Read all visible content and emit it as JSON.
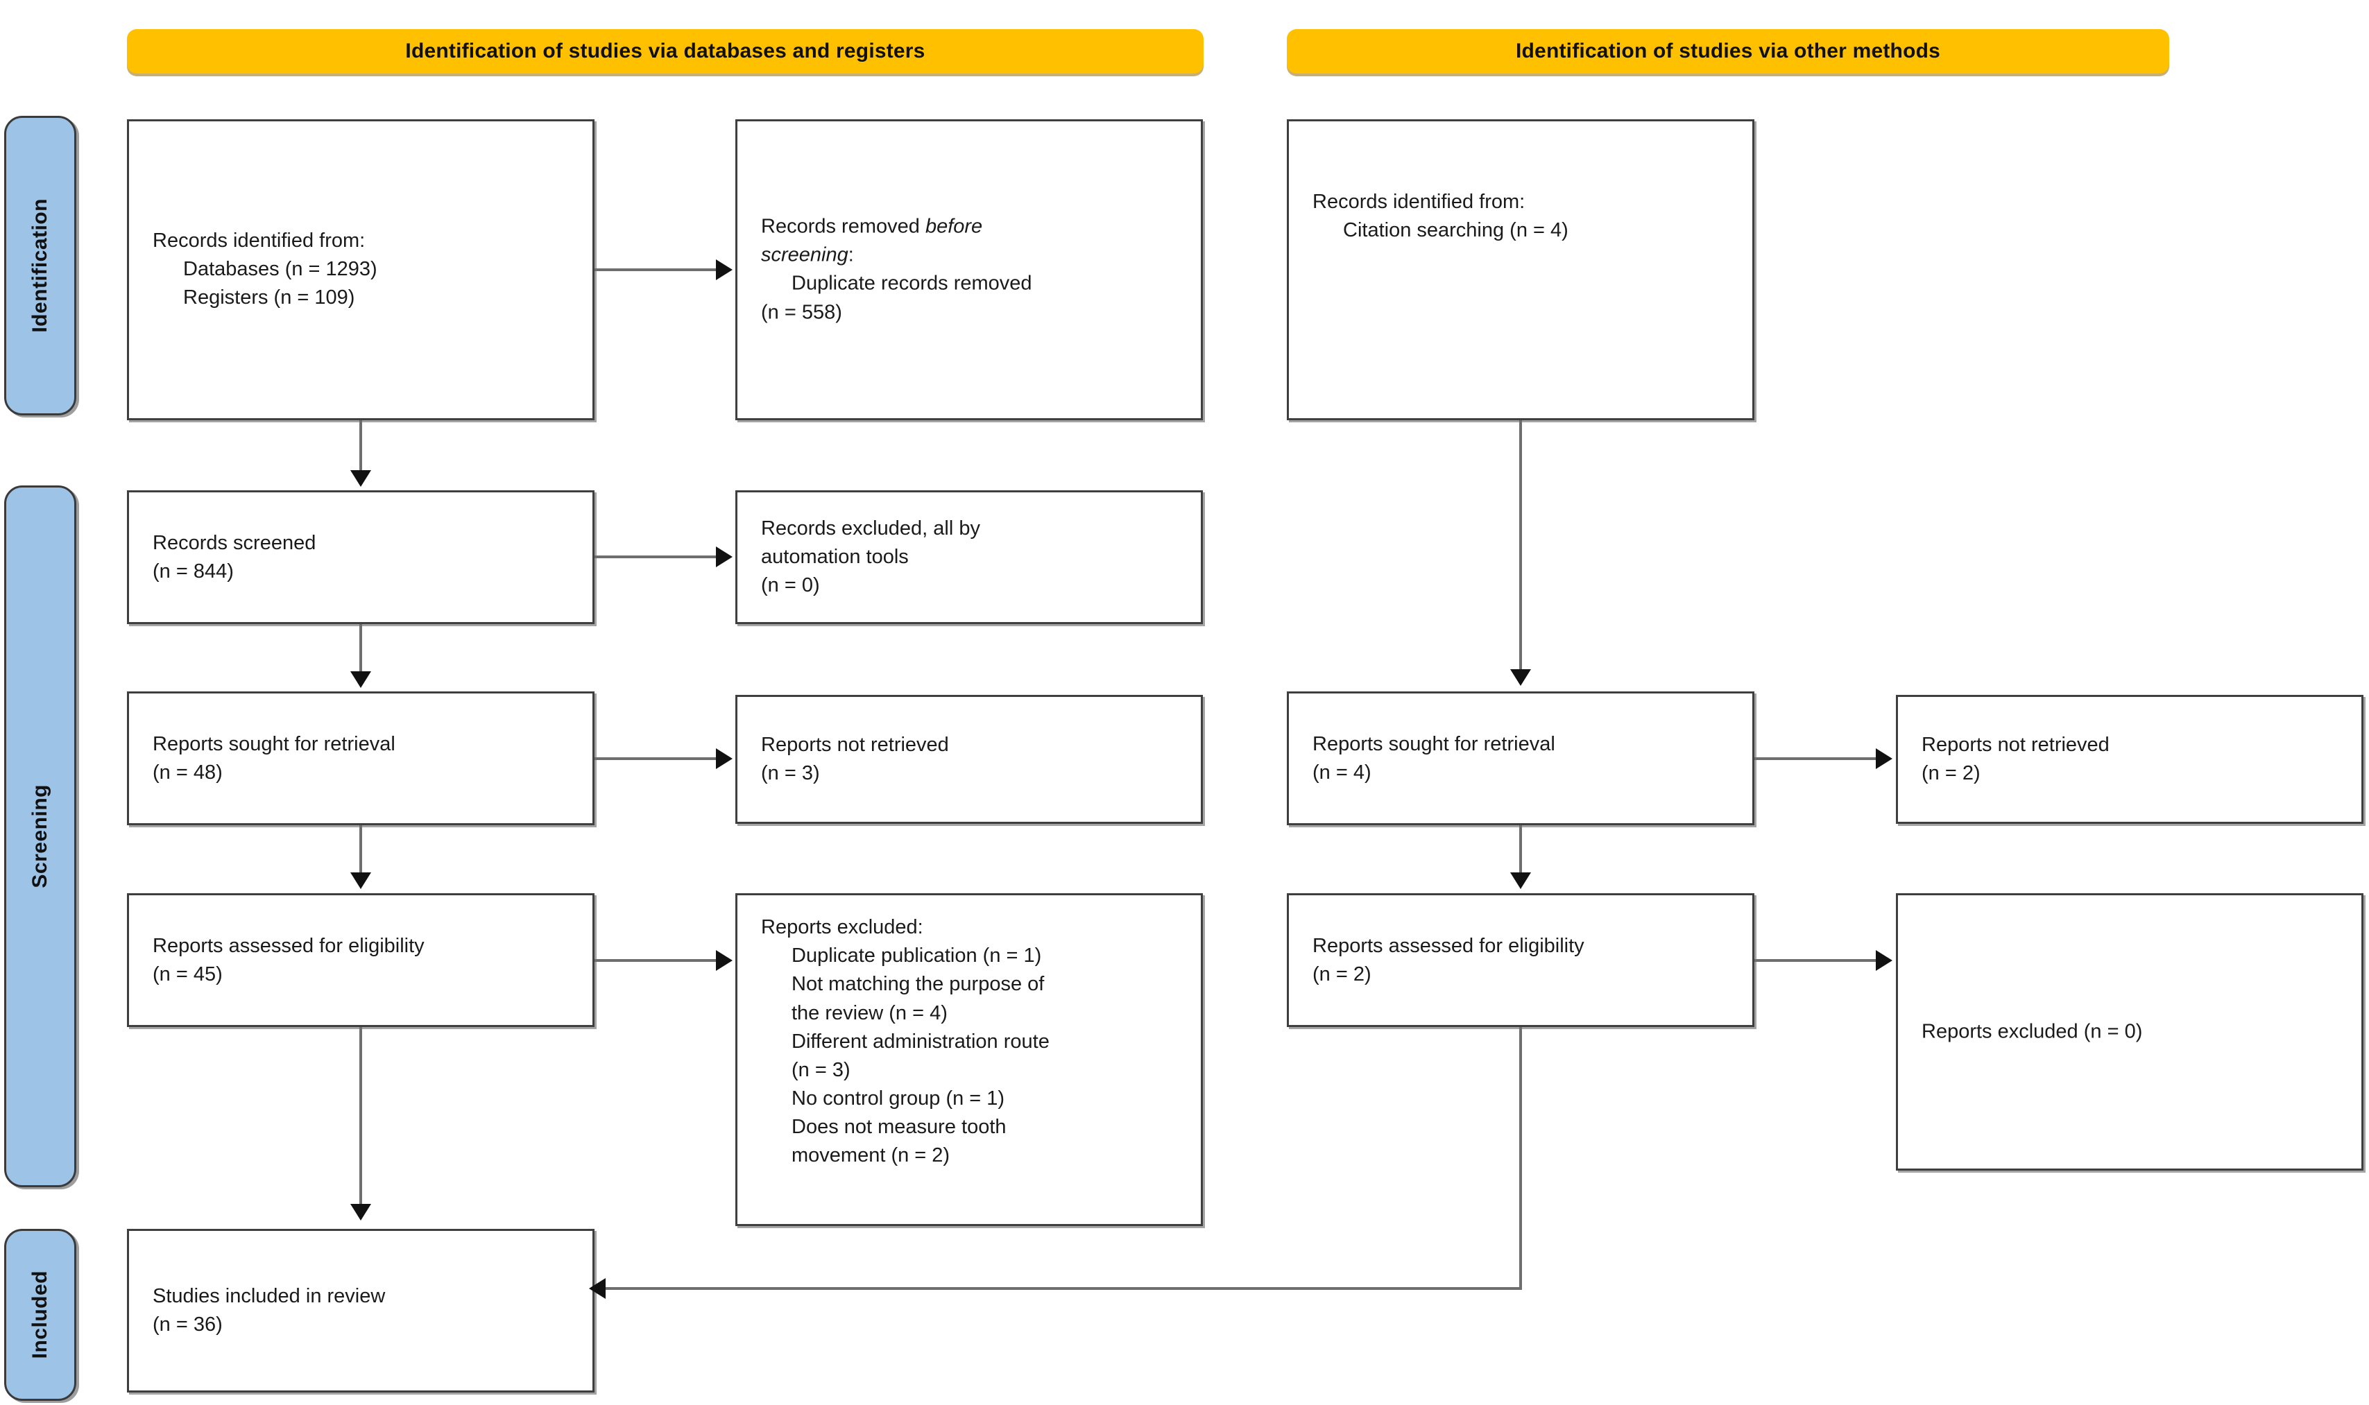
{
  "banners": [
    {
      "id": "databases",
      "label": "Identification of studies via databases and registers"
    },
    {
      "id": "other",
      "label": "Identification of studies via other methods"
    }
  ],
  "stages": [
    {
      "id": "identification",
      "label": "Identification"
    },
    {
      "id": "screening",
      "label": "Screening"
    },
    {
      "id": "included",
      "label": "Included"
    }
  ],
  "colors": {
    "banner_fill": "#FFC000",
    "stage_fill": "#9DC3E6",
    "box_border": "#3F3F3F",
    "connector": "#6E6E6E",
    "text": "#1a1a1a"
  },
  "boxes": {
    "records_identified": {
      "l1": "Records identified from:",
      "l2": "Databases (n = 1293)",
      "l3": "Registers (n = 109)"
    },
    "records_removed": {
      "l1a": "Records removed ",
      "l1b": "before",
      "l2a": "screening",
      "l2b": ":",
      "l3": "Duplicate records removed",
      "l4": "(n = 558)"
    },
    "records_screened": {
      "l1": "Records screened",
      "l2": "(n = 844)"
    },
    "records_excluded": {
      "l1": "Records excluded, all by",
      "l2": "automation tools",
      "l3": "(n = 0)"
    },
    "reports_sought_left": {
      "l1": "Reports sought for retrieval",
      "l2": "(n = 48)"
    },
    "reports_not_retrieved_left": {
      "l1": "Reports not retrieved",
      "l2": "(n = 3)"
    },
    "reports_assessed_left": {
      "l1": "Reports assessed for eligibility",
      "l2": "(n = 45)"
    },
    "reports_excluded_left": {
      "l1": "Reports excluded:",
      "l2": "Duplicate publication (n = 1)",
      "l3": "Not matching the purpose of",
      "l4": "the review (n = 4)",
      "l5": "Different administration route",
      "l6": "(n = 3)",
      "l7": "No control group (n = 1)",
      "l8": "Does not measure tooth",
      "l9": "movement (n = 2)"
    },
    "records_identified_other": {
      "l1": "Records identified from:",
      "l2": "Citation searching (n = 4)"
    },
    "reports_sought_right": {
      "l1": "Reports sought for retrieval",
      "l2": "(n = 4)"
    },
    "reports_not_retrieved_right": {
      "l1": "Reports not retrieved",
      "l2": "(n = 2)"
    },
    "reports_assessed_right": {
      "l1": "Reports assessed for eligibility",
      "l2": "(n = 2)"
    },
    "reports_excluded_right": {
      "l1": "Reports excluded (n = 0)"
    },
    "studies_included": {
      "l1": "Studies included in review",
      "l2": "(n = 36)"
    }
  }
}
